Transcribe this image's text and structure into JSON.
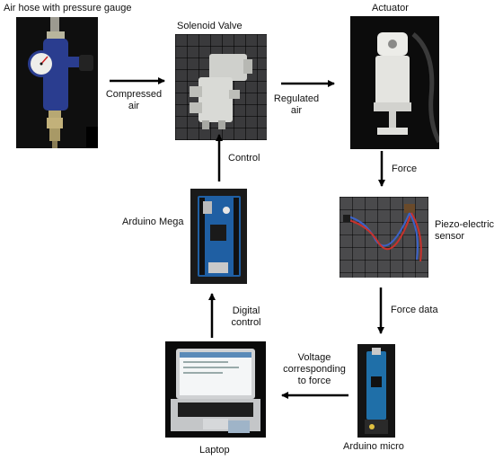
{
  "nodes": {
    "hose": {
      "label": "Air hose with pressure gauge"
    },
    "valve": {
      "label": "Solenoid Valve"
    },
    "actuator": {
      "label": "Actuator"
    },
    "piezo": {
      "label_line1": "Piezo-electric",
      "label_line2": "sensor"
    },
    "mega": {
      "label": "Arduino Mega"
    },
    "micro": {
      "label": "Arduino micro"
    },
    "laptop": {
      "label": "Laptop"
    }
  },
  "edges": {
    "compressed": {
      "line1": "Compressed",
      "line2": "air"
    },
    "regulated": {
      "line1": "Regulated",
      "line2": "air"
    },
    "force": {
      "label": "Force"
    },
    "force_data": {
      "label": "Force data"
    },
    "voltage": {
      "line1": "Voltage",
      "line2": "corresponding",
      "line3": "to force"
    },
    "digital": {
      "line1": "Digital",
      "line2": "control"
    },
    "control": {
      "label": "Control"
    }
  },
  "colors": {
    "arrow": "#000000",
    "arduino_board": "#1f5fa3",
    "valve_body": "#d9dad6",
    "actuator_body": "#e4e4e0",
    "gauge_blue": "#2a3d8f"
  }
}
